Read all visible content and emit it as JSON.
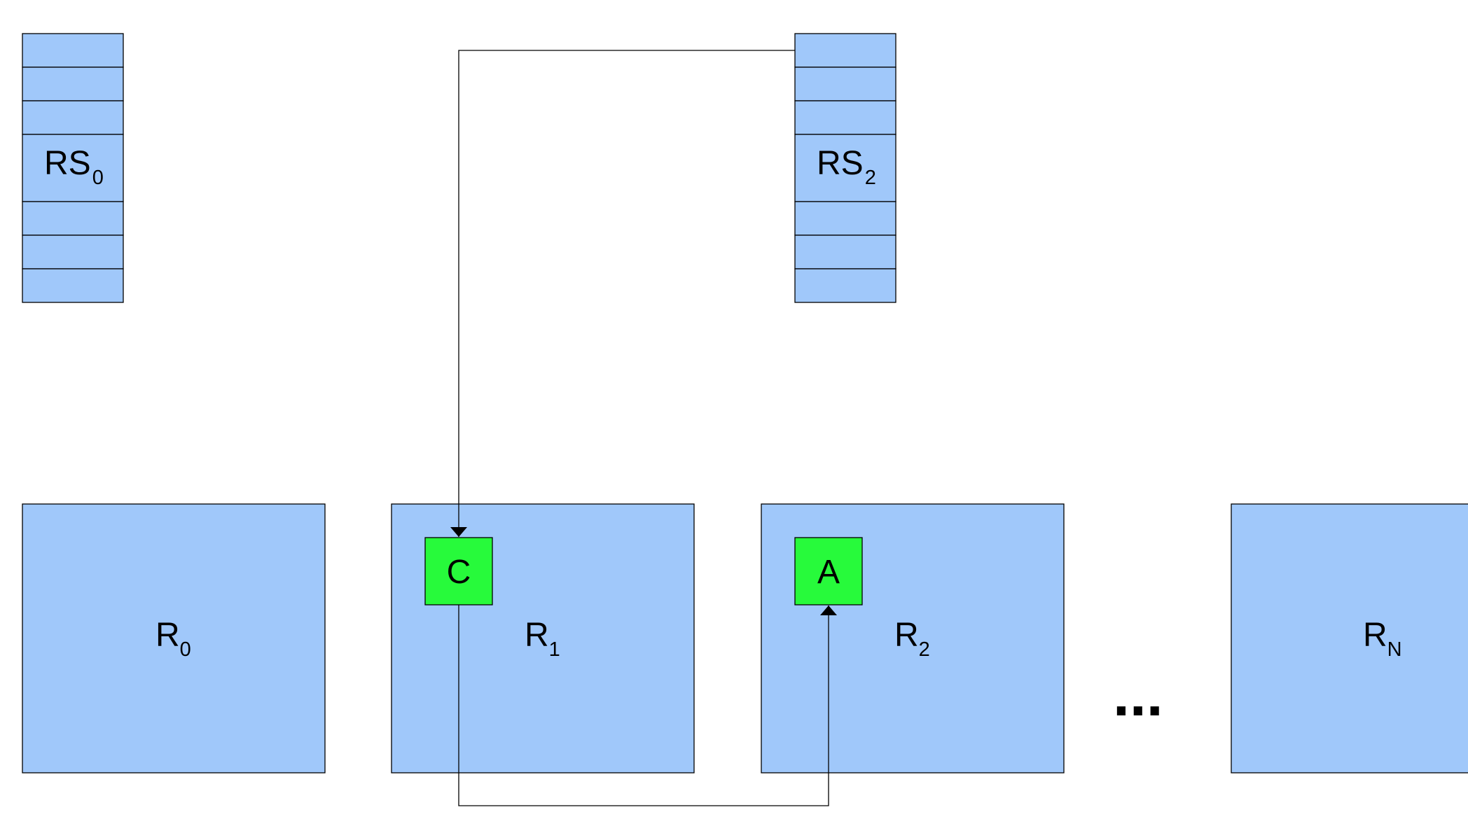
{
  "colors": {
    "region_fill": "#a0c8fa",
    "object_fill": "#27fa3b",
    "stroke": "#000000",
    "background": "#ffffff"
  },
  "remembered_sets": [
    {
      "name": "rs0",
      "label": "RS",
      "subscript": "0"
    },
    {
      "name": "rs2",
      "label": "RS",
      "subscript": "2"
    }
  ],
  "regions": [
    {
      "name": "r0",
      "label": "R",
      "subscript": "0"
    },
    {
      "name": "r1",
      "label": "R",
      "subscript": "1"
    },
    {
      "name": "r2",
      "label": "R",
      "subscript": "2"
    },
    {
      "name": "rn",
      "label": "R",
      "subscript": "N"
    }
  ],
  "objects": [
    {
      "name": "object-c",
      "label": "C",
      "region": "r1"
    },
    {
      "name": "object-a",
      "label": "A",
      "region": "r2"
    }
  ],
  "ellipsis": "...",
  "edges": [
    {
      "from": "rs2",
      "to": "object-c"
    },
    {
      "from": "object-c",
      "to": "object-a"
    }
  ]
}
